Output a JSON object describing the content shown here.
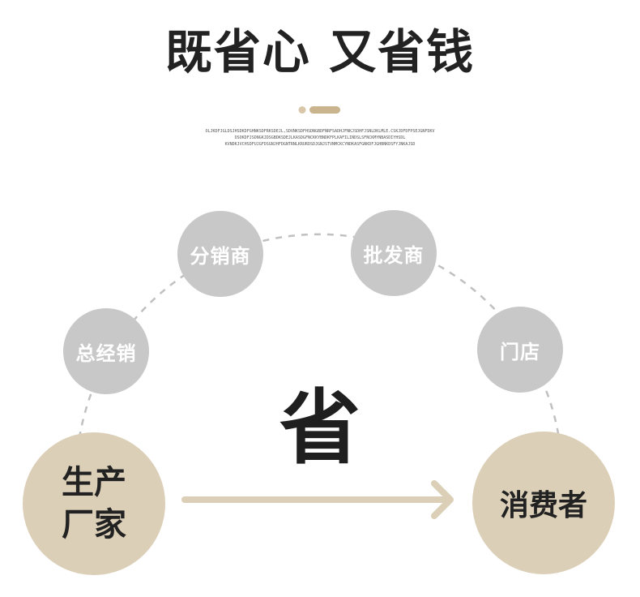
{
  "header": {
    "title": "既省心 又省钱",
    "fine_lines": [
      "OLJKDFJGLDSJHSDKDFGHNKSDFRKSDEJL,SDVNKSDFHSDNGBDFNRFSADHJFNKJSDHFJSNLDKLMLE.CSKJDFDFPSEJGNFDKV",
      "OSOKDFJSDNGKJDSGBDKSDEJLKASDGFNCKKYBNDKFPLKAFILINDSLSFNCKMYNBASDIYHSDL",
      "KVNDKJVCHSDFUJGFDSGNJHFDGNTRNLKRURDSDJGNJSTVNMCKCYNDKASFGNKDFJGHBNKDSFYJNKAJSD"
    ],
    "accent_colors": {
      "dot": "#d8c7a8",
      "bar": "#c9b48e"
    }
  },
  "nodes": {
    "agent": "总经销",
    "distributor": "分销商",
    "wholesaler": "批发商",
    "store": "门店"
  },
  "ends": {
    "producer": "生产厂家",
    "consumer": "消费者"
  },
  "center": {
    "save": "省"
  },
  "colors": {
    "node_grey": "#c8c8c8",
    "end_beige": "#dccfb7",
    "arrow": "#dccfb7",
    "dashed_arc": "#c0c0c0"
  }
}
